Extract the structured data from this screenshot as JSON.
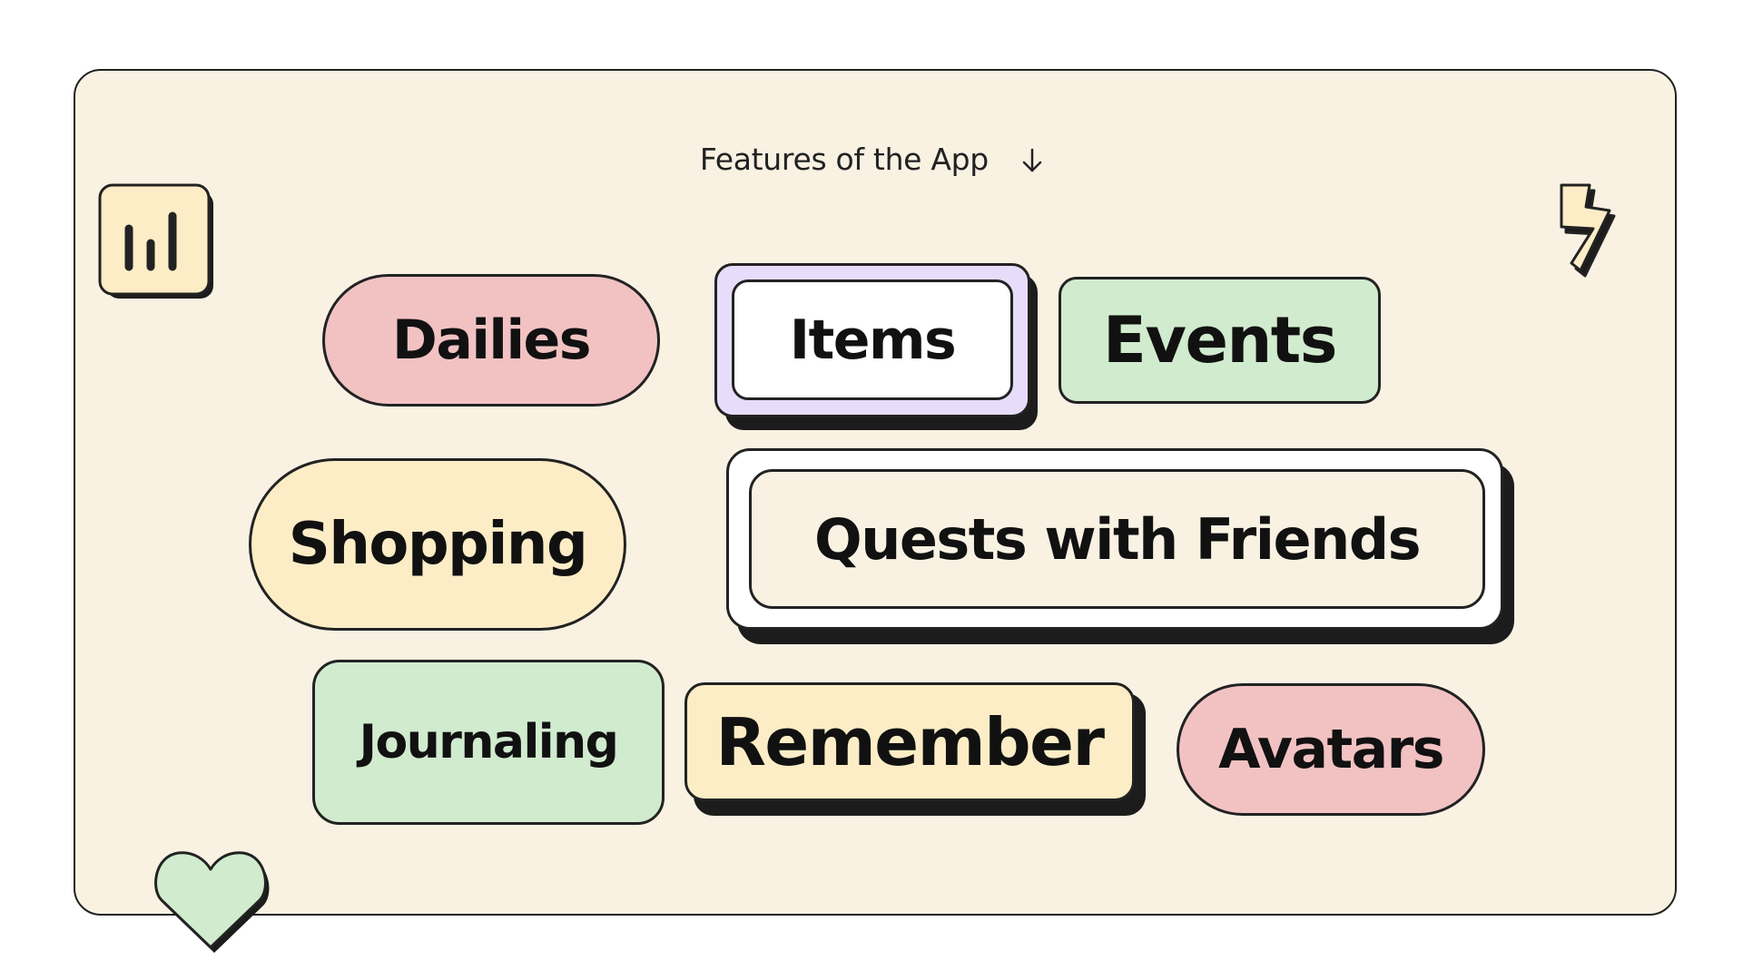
{
  "header": {
    "title": "Features of the App",
    "arrow_icon": "arrow-down-icon"
  },
  "colors": {
    "card_bg": "#f9f2e3",
    "pink": "#f2c2c2",
    "lavender": "#e8dcfb",
    "green": "#d1ebcf",
    "yellow": "#fcedc6",
    "white": "#ffffff",
    "outline": "#222222"
  },
  "features": {
    "dailies": "Dailies",
    "items": "Items",
    "events": "Events",
    "shopping": "Shopping",
    "quests": "Quests with Friends",
    "journaling": "Journaling",
    "remember": "Remember",
    "avatars": "Avatars"
  },
  "decorations": {
    "top_left": "bar-chart-icon",
    "top_right": "lightning-bolt-icon",
    "bottom_left": "heart-icon"
  }
}
